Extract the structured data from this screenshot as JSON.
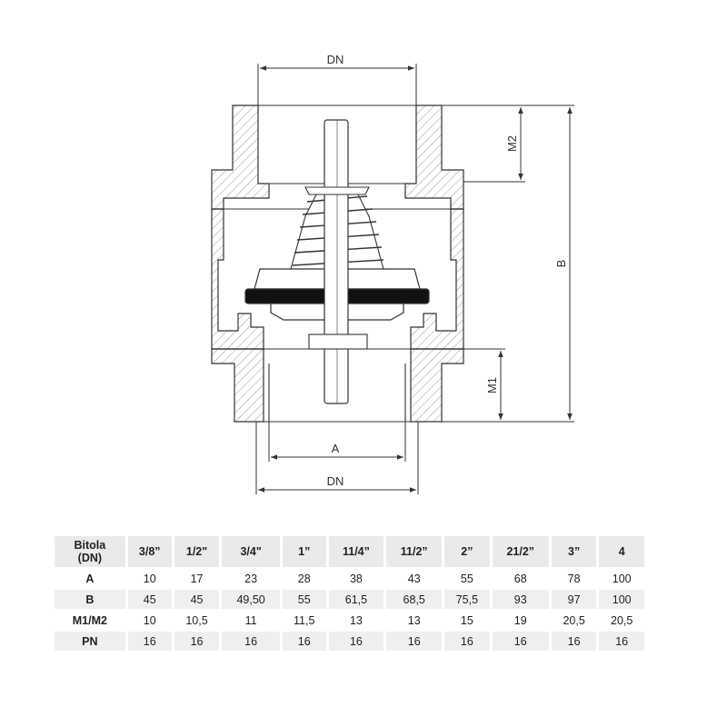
{
  "diagram": {
    "labels": {
      "dn_top": "DN",
      "dn_bottom": "DN",
      "a": "A",
      "b": "B",
      "m1": "M1",
      "m2": "M2"
    },
    "colors": {
      "line": "#333333",
      "hatch": "#9a9a9a",
      "seal": "#111111"
    }
  },
  "table": {
    "header_label": [
      "Bitola",
      "(DN)"
    ],
    "sizes": [
      "3/8”",
      "1/2\"",
      "3/4\"",
      "1”",
      "11/4”",
      "11/2”",
      "2”",
      "21/2”",
      "3”",
      "4"
    ],
    "rows": [
      {
        "label": "A",
        "values": [
          "10",
          "17",
          "23",
          "28",
          "38",
          "43",
          "55",
          "68",
          "78",
          "100"
        ]
      },
      {
        "label": "B",
        "values": [
          "45",
          "45",
          "49,50",
          "55",
          "61,5",
          "68,5",
          "75,5",
          "93",
          "97",
          "100"
        ]
      },
      {
        "label": "M1/M2",
        "values": [
          "10",
          "10,5",
          "11",
          "11,5",
          "13",
          "13",
          "15",
          "19",
          "20,5",
          "20,5"
        ]
      },
      {
        "label": "PN",
        "values": [
          "16",
          "16",
          "16",
          "16",
          "16",
          "16",
          "16",
          "16",
          "16",
          "16"
        ]
      }
    ]
  }
}
